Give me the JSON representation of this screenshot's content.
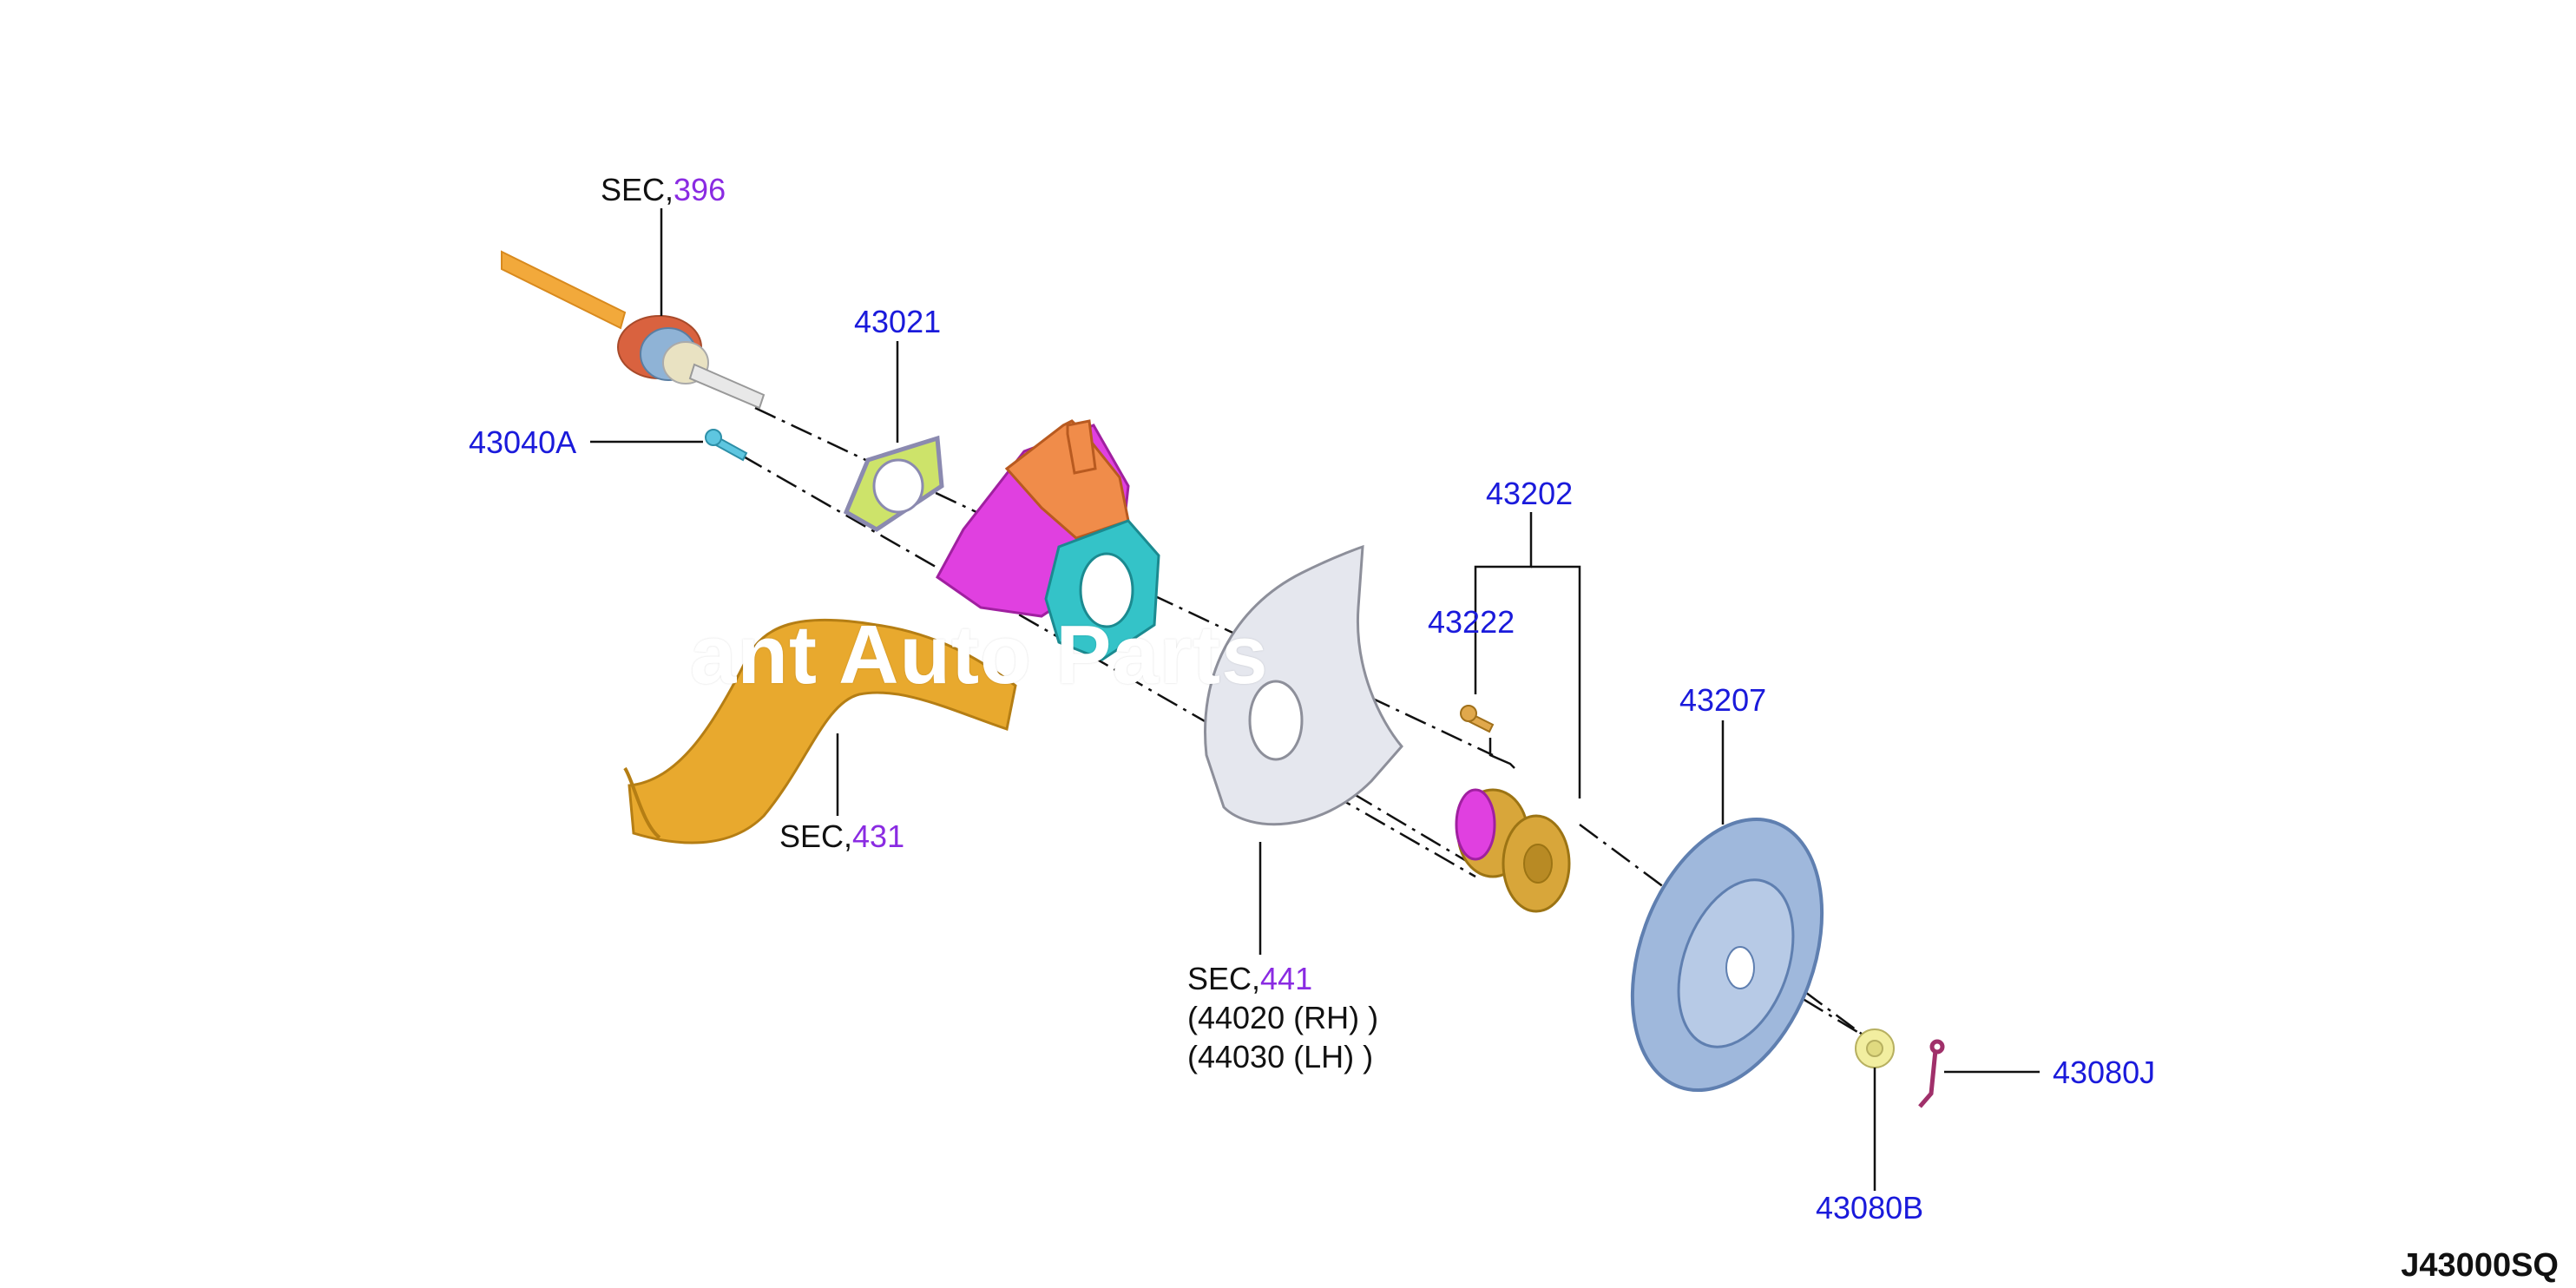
{
  "labels": {
    "sec396_prefix": "SEC,",
    "sec396_num": "396",
    "p43021": "43021",
    "p43040A": "43040A",
    "p43202": "43202",
    "p43222": "43222",
    "p43207": "43207",
    "sec431_prefix": "SEC,",
    "sec431_num": "431",
    "sec441_prefix": "SEC,",
    "sec441_num": "441",
    "sec441_rh": "(44020 (RH) )",
    "sec441_lh": "(44030 (LH) )",
    "p43080J": "43080J",
    "p43080B": "43080B"
  },
  "watermark": "ant Auto Parts",
  "diagram_code": "J43000SQ",
  "colors": {
    "part_number": "#1a1adb",
    "section_number": "#8a2be2",
    "axle_shaft": "#f2a93b",
    "knuckle": "#e040e0",
    "bracket": "#f08c4a",
    "dust_seal": "#cde36a",
    "link": "#e8a92e",
    "flange": "#34c3c8",
    "rotor": "#9fb8dc",
    "hub": "#d8a63a"
  }
}
